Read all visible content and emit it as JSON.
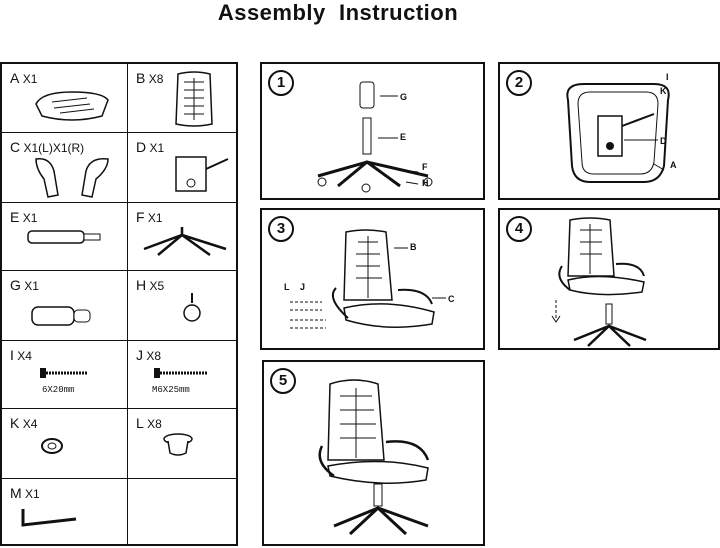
{
  "title": "Assembly  Instruction",
  "parts": [
    {
      "letter": "A",
      "qty": "X1",
      "icon": "seat-cushion-icon"
    },
    {
      "letter": "B",
      "qty": "X8",
      "icon": "backrest-icon"
    },
    {
      "letter": "C",
      "qty": "X1(L)X1(R)",
      "icon": "armrest-icon"
    },
    {
      "letter": "D",
      "qty": "X1",
      "icon": "mechanism-plate-icon"
    },
    {
      "letter": "E",
      "qty": "X1",
      "icon": "gas-lift-icon"
    },
    {
      "letter": "F",
      "qty": "X1",
      "icon": "star-base-icon"
    },
    {
      "letter": "G",
      "qty": "X1",
      "icon": "lift-cover-icon"
    },
    {
      "letter": "H",
      "qty": "X5",
      "icon": "caster-icon"
    },
    {
      "letter": "I",
      "qty": "X4",
      "spec": "6X20mm",
      "icon": "screw-icon"
    },
    {
      "letter": "J",
      "qty": "X8",
      "spec": "M6X25mm",
      "icon": "bolt-icon"
    },
    {
      "letter": "K",
      "qty": "X4",
      "icon": "washer-icon"
    },
    {
      "letter": "L",
      "qty": "X8",
      "icon": "spacer-cap-icon"
    },
    {
      "letter": "M",
      "qty": "X1",
      "icon": "allen-key-icon"
    }
  ],
  "steps": [
    {
      "number": "1",
      "labels": [
        "G",
        "E",
        "F",
        "H"
      ]
    },
    {
      "number": "2",
      "labels": [
        "I",
        "K",
        "D",
        "A"
      ]
    },
    {
      "number": "3",
      "labels": [
        "B",
        "C",
        "L",
        "J"
      ]
    },
    {
      "number": "4"
    },
    {
      "number": "5"
    }
  ]
}
